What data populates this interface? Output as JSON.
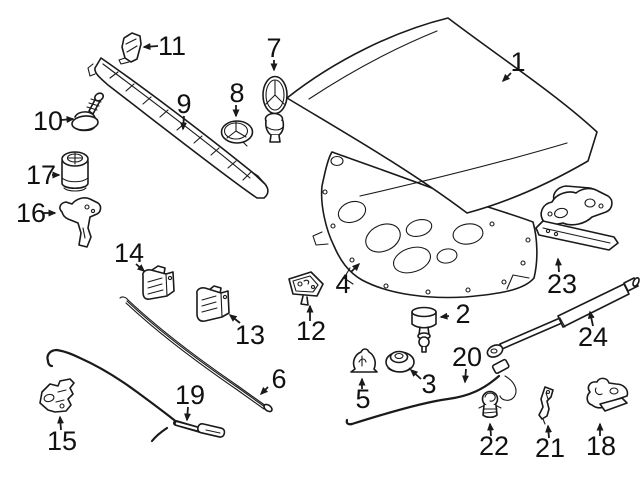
{
  "diagram": {
    "description": "Exploded parts diagram of a vehicle hood assembly with numbered callouts",
    "background_color": "#ffffff",
    "line_color": "#1a1a1a",
    "label_color": "#111111",
    "callouts": [
      {
        "number": "1",
        "part": "hood-panel"
      },
      {
        "number": "2",
        "part": "bump-stop"
      },
      {
        "number": "3",
        "part": "grommet"
      },
      {
        "number": "4",
        "part": "hood-insulation-pad"
      },
      {
        "number": "5",
        "part": "tree-clip"
      },
      {
        "number": "6",
        "part": "front-seal-strip"
      },
      {
        "number": "7",
        "part": "hood-star-emblem"
      },
      {
        "number": "8",
        "part": "hood-badge-emblem"
      },
      {
        "number": "9",
        "part": "cowl-trim-rail"
      },
      {
        "number": "10",
        "part": "pivot-bolt"
      },
      {
        "number": "11",
        "part": "retainer-clip"
      },
      {
        "number": "12",
        "part": "striker-plate"
      },
      {
        "number": "13",
        "part": "lock-bracket-right"
      },
      {
        "number": "14",
        "part": "lock-bracket-left"
      },
      {
        "number": "15",
        "part": "hood-latch"
      },
      {
        "number": "16",
        "part": "release-lever-bracket"
      },
      {
        "number": "17",
        "part": "rubber-buffer"
      },
      {
        "number": "18",
        "part": "safety-catch-hook"
      },
      {
        "number": "19",
        "part": "release-cable-front"
      },
      {
        "number": "20",
        "part": "release-cable-rear"
      },
      {
        "number": "21",
        "part": "cable-bracket"
      },
      {
        "number": "22",
        "part": "cable-grommet-clip"
      },
      {
        "number": "23",
        "part": "hood-hinge"
      },
      {
        "number": "24",
        "part": "gas-lift-strut"
      }
    ]
  }
}
